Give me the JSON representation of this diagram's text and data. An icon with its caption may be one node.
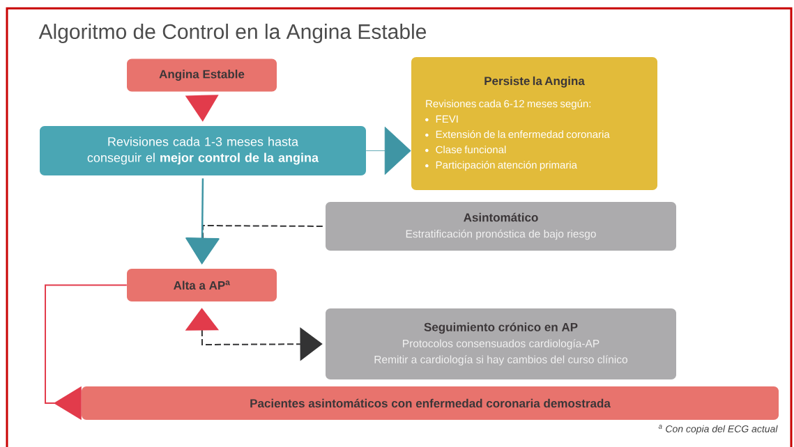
{
  "diagram": {
    "title": "Algoritmo de Control en la Angina Estable",
    "nodes": [
      {
        "text": [
          "Angina Estable"
        ]
      },
      {
        "text": [
          "Revisiones cada 1-3 meses hasta conseguir el **mejor control de la angina**"
        ]
      },
      {
        "text": [
          "Persiste la Angina",
          "Revisiones cada 6-12 meses según:",
          "FEVI",
          "Extensión de la enfermedad coronaria",
          "Clase funcional",
          "Participación atención primaria"
        ]
      },
      {
        "text": [
          "Asintomático",
          "Estratificación pronóstica de bajo riesgo"
        ]
      },
      {
        "text": [
          "Alta a AP$^{a}$"
        ]
      },
      {
        "text": [
          "Seguimiento crónico en AP",
          "Protocolos consensuados cardiología-AP",
          "Remitir a cardiología si hay cambios del curso clínico"
        ]
      },
      {
        "text": [
          "Pacientes asintomáticos con enfermedad coronaria demostrada"
        ]
      }
    ],
    "edges": [
      {
        "from": 0,
        "to": 1,
        "arrow": "to",
        "color": "#e23b4b"
      },
      {
        "from": 1,
        "to": 2,
        "arrow": "to",
        "color": "#3f95a4"
      },
      {
        "from": 1,
        "to": 4,
        "arrow": "to",
        "color": "#3f95a4"
      },
      {
        "from": 3,
        "to": 4,
        "arrow": "to",
        "style": "dashed",
        "color": "#333334"
      },
      {
        "from": 4,
        "to": 5,
        "arrow": "both",
        "style": "dashed",
        "color": "#333334"
      },
      {
        "from": 6,
        "to": 4,
        "arrow": "to",
        "color": "#e23b4b"
      }
    ],
    "labels": [
      "$^{a}$ Con copia del ECG actual"
    ]
  }
}
